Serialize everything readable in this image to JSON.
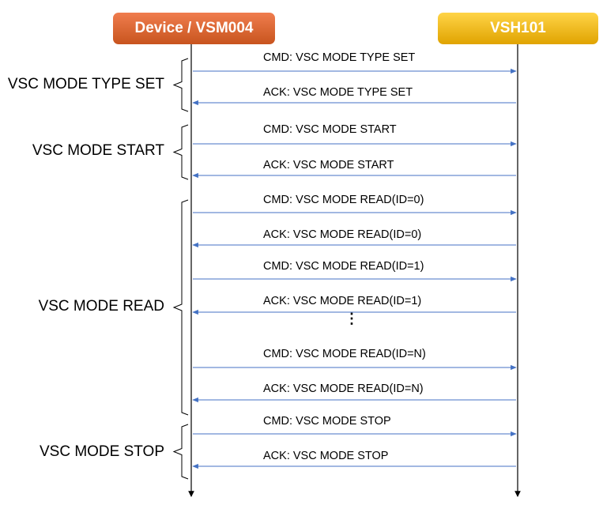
{
  "colors": {
    "device_gradient_top": "#f07d4e",
    "device_gradient_bottom": "#c8541e",
    "vsh_gradient_top": "#ffd447",
    "vsh_gradient_bottom": "#e0a300",
    "arrow": "#4472c4",
    "lifeline": "#000000"
  },
  "actors": {
    "device": "Device / VSM004",
    "vsh": "VSH101"
  },
  "messages": [
    {
      "label": "CMD: VSC MODE TYPE SET",
      "direction": "to-vsh"
    },
    {
      "label": "ACK: VSC MODE TYPE SET",
      "direction": "to-device"
    },
    {
      "label": "CMD: VSC MODE START",
      "direction": "to-vsh"
    },
    {
      "label": "ACK: VSC MODE START",
      "direction": "to-device"
    },
    {
      "label": "CMD: VSC MODE READ(ID=0)",
      "direction": "to-vsh"
    },
    {
      "label": "ACK: VSC MODE READ(ID=0)",
      "direction": "to-device"
    },
    {
      "label": "CMD: VSC MODE READ(ID=1)",
      "direction": "to-vsh"
    },
    {
      "label": "ACK: VSC MODE READ(ID=1)",
      "direction": "to-device"
    },
    {
      "label": "CMD: VSC MODE READ(ID=N)",
      "direction": "to-vsh"
    },
    {
      "label": "ACK: VSC MODE READ(ID=N)",
      "direction": "to-device"
    },
    {
      "label": "CMD: VSC MODE STOP",
      "direction": "to-vsh"
    },
    {
      "label": "ACK: VSC MODE STOP",
      "direction": "to-device"
    }
  ],
  "ellipsis": "⋮",
  "groups": [
    {
      "label": "VSC MODE TYPE SET"
    },
    {
      "label": "VSC MODE START"
    },
    {
      "label": "VSC MODE READ"
    },
    {
      "label": "VSC MODE STOP"
    }
  ]
}
